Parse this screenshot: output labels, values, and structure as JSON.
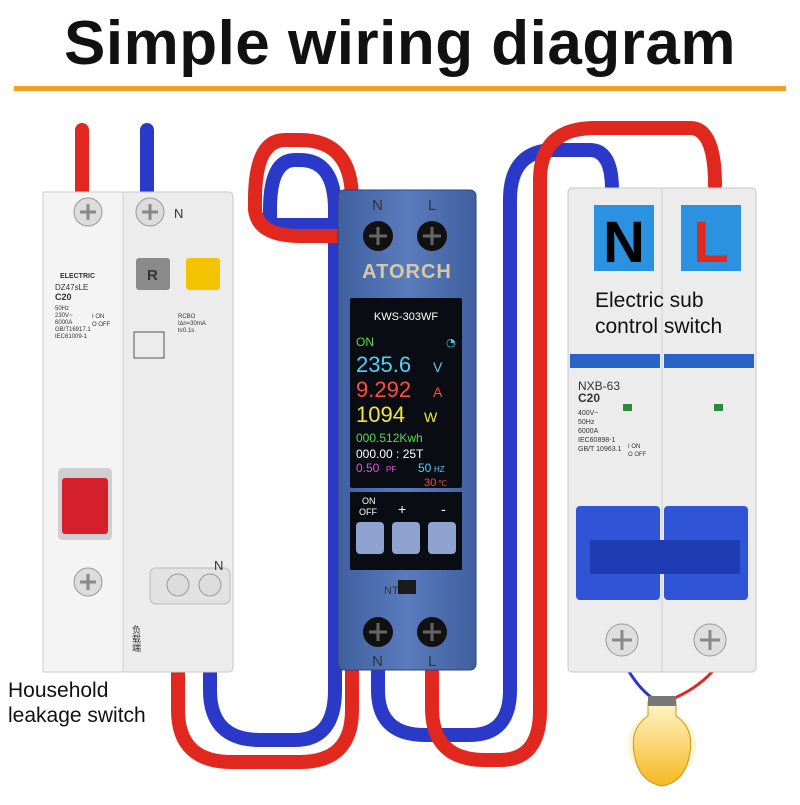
{
  "title": "Simple wiring diagram",
  "colors": {
    "live": "#e0281f",
    "neutral": "#2b39c8",
    "accent": "#f2a01d",
    "meter_body": "#4e6fae"
  },
  "leakage_switch": {
    "caption_line1": "Household",
    "caption_line2": "leakage switch",
    "brand": "ELECTRIC",
    "model": "DZ47sLE",
    "rating": "C20",
    "spec_lines": [
      "50Hz",
      "230V~",
      "6000A",
      "GB/T16917.1",
      "IEC61009-1"
    ],
    "onoff": [
      "I ON",
      "O OFF"
    ],
    "test_label": "R",
    "rcbo_lines": [
      "RCBO",
      "I∆n=30mA",
      "t≤0.1s"
    ],
    "top_n": "N",
    "bottom_n": "N",
    "load_label": "负载端"
  },
  "meter": {
    "terminal_top": [
      "N",
      "L"
    ],
    "terminal_bottom": [
      "N",
      "L"
    ],
    "brand": "ATORCH",
    "model": "KWS-303WF",
    "ntc": "NTC",
    "screen": {
      "on": "ON",
      "voltage": "235.6",
      "voltage_unit": "V",
      "current": "9.292",
      "current_unit": "A",
      "power": "1094",
      "power_unit": "W",
      "energy": "000.512Kwh",
      "timer": "000.00 : 25T",
      "pf": "0.50",
      "pf_unit": "PF",
      "freq": "50",
      "freq_unit": "HZ",
      "temp": "30",
      "temp_unit": "℃"
    },
    "btn_labels": [
      "ON",
      "OFF",
      "+",
      "-"
    ]
  },
  "sub_switch": {
    "n_label": "N",
    "l_label": "L",
    "caption_line1": "Electric sub",
    "caption_line2": "control switch",
    "model": "NXB-63",
    "rating": "C20",
    "spec_lines": [
      "400V~",
      "50Hz",
      "6000A",
      "IEC60898-1",
      "GB/T 10963.1"
    ],
    "onoff": [
      "I ON",
      "O OFF"
    ]
  }
}
